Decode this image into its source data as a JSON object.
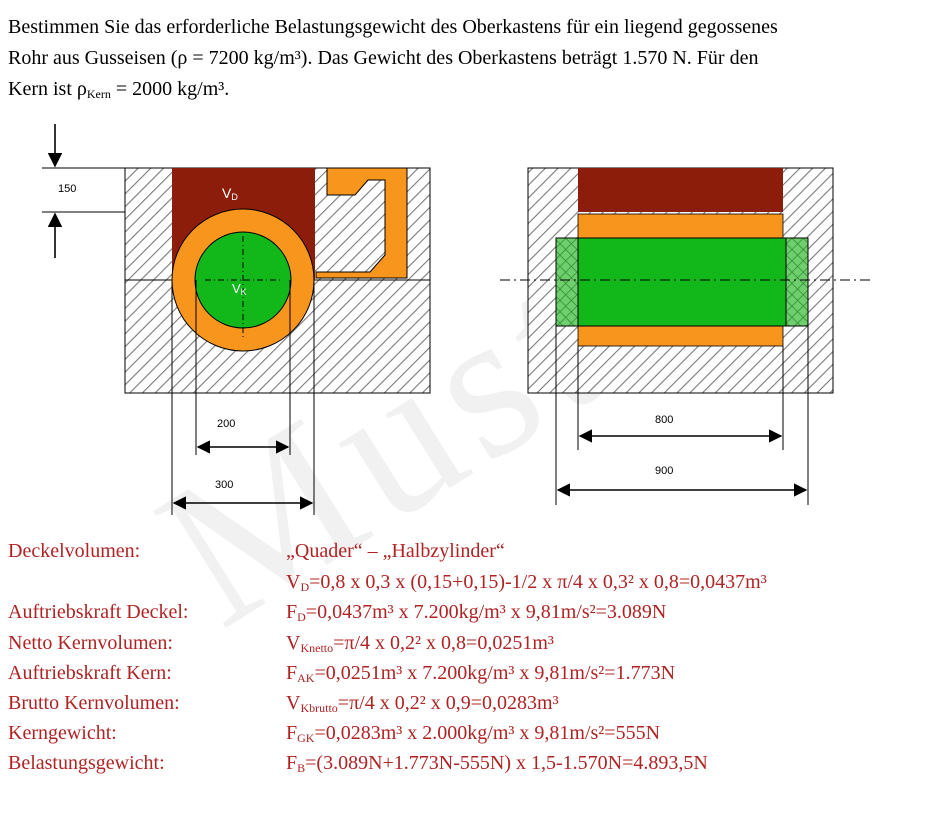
{
  "problem": {
    "line1": "Bestimmen Sie das erforderliche Belastungsgewicht des Oberkastens für ein liegend gegossenes",
    "line2": "Rohr aus Gusseisen (ρ = 7200 kg/m³). Das Gewicht des Oberkastens beträgt 1.570 N. Für den",
    "line3_pre": "Kern ist ρ",
    "line3_sub": "Kern",
    "line3_post": " = 2000 kg/m³."
  },
  "watermark": "Muster",
  "figure_left": {
    "dim_top": "150",
    "label_vd": "V",
    "label_vd_sub": "D",
    "label_vk": "V",
    "label_vk_sub": "K",
    "dim_inner": "200",
    "dim_outer": "300"
  },
  "figure_right": {
    "dim_inner": "800",
    "dim_outer": "900"
  },
  "colors": {
    "sand": "#8b1d0a",
    "casting": "#f7951d",
    "core": "#12b81a",
    "calc_text": "#b12323"
  },
  "calc": [
    {
      "label": "Deckelvolumen:",
      "parts": [
        "„Quader“ – „Halbzylinder“"
      ]
    },
    {
      "label": "",
      "pre": "V",
      "sub": "D",
      "post": "=0,8 x 0,3 x (0,15+0,15)-1/2 x π/4 x 0,3² x 0,8=0,0437m³"
    },
    {
      "label": "Auftriebskraft Deckel:",
      "pre": "F",
      "sub": "D",
      "post": "=0,0437m³ x 7.200kg/m³ x 9,81m/s²=3.089N"
    },
    {
      "label": "Netto Kernvolumen:",
      "pre": "V",
      "sub": "Knetto",
      "post": "=π/4 x 0,2² x 0,8=0,0251m³"
    },
    {
      "label": "Auftriebskraft Kern:",
      "pre": "F",
      "sub": "AK",
      "post": "=0,0251m³ x 7.200kg/m³ x 9,81m/s²=1.773N"
    },
    {
      "label": "Brutto Kernvolumen:",
      "pre": "V",
      "sub": "Kbrutto",
      "post": "=π/4 x 0,2² x 0,9=0,0283m³"
    },
    {
      "label": "Kerngewicht:",
      "pre": "F",
      "sub": "GK",
      "post": "=0,0283m³ x 2.000kg/m³ x 9,81m/s²=555N"
    },
    {
      "label": "Belastungsgewicht:",
      "pre": "F",
      "sub": "B",
      "post": "=(3.089N+1.773N-555N) x 1,5-1.570N=4.893,5N"
    }
  ]
}
